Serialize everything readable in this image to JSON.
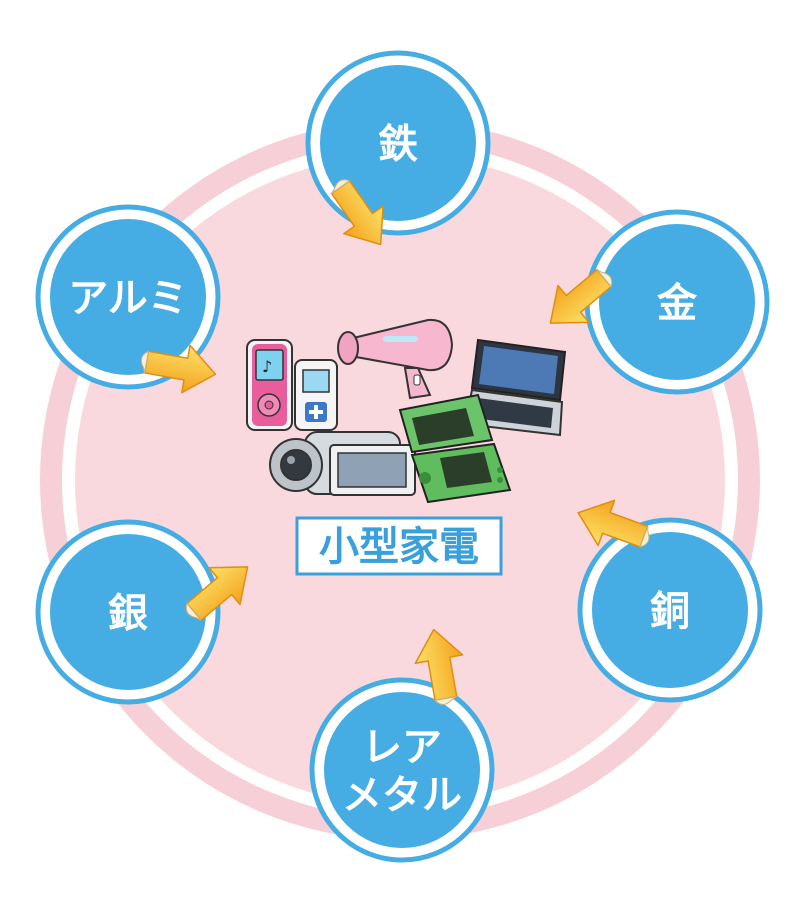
{
  "center": {
    "label": "小型家電",
    "products": [
      {
        "name": "music-player-pink",
        "icon": "music-player-icon"
      },
      {
        "name": "music-player-white",
        "icon": "music-player-icon"
      },
      {
        "name": "hair-dryer",
        "icon": "hair-dryer-icon"
      },
      {
        "name": "laptop",
        "icon": "laptop-icon"
      },
      {
        "name": "video-camera",
        "icon": "video-camera-icon"
      },
      {
        "name": "game-console",
        "icon": "game-console-icon"
      }
    ]
  },
  "metals": [
    {
      "id": "iron",
      "lines": [
        "鉄"
      ]
    },
    {
      "id": "gold",
      "lines": [
        "金"
      ]
    },
    {
      "id": "copper",
      "lines": [
        "銅"
      ]
    },
    {
      "id": "rare-metal",
      "lines": [
        "レア",
        "メタル"
      ]
    },
    {
      "id": "silver",
      "lines": [
        "銀"
      ]
    },
    {
      "id": "aluminum",
      "lines": [
        "アルミ"
      ]
    }
  ],
  "colors": {
    "ring_pink": "#f7cfd6",
    "inner_pink": "#f9d9de",
    "node_fill": "#45ade3",
    "node_ring": "#45ade3",
    "node_label": "#ffffff",
    "arrow_top": "#fbd43d",
    "arrow_bottom": "#f4a51b",
    "center_label": "#3aa0dc"
  }
}
